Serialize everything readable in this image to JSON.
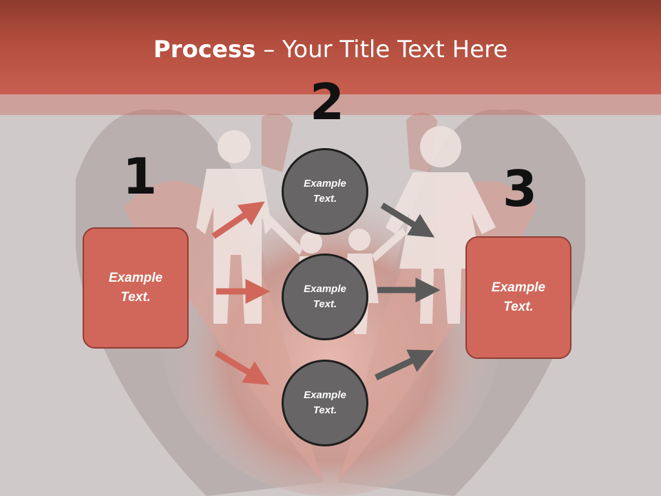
{
  "slide": {
    "title_bold": "Process",
    "title_rest": " – Your Title Text Here",
    "step_numbers": [
      "1",
      "2",
      "3"
    ],
    "left_box": {
      "line1": "Example",
      "line2": "Text."
    },
    "right_box": {
      "line1": "Example",
      "line2": "Text."
    },
    "circles": [
      {
        "line1": "Example",
        "line2": "Text."
      },
      {
        "line1": "Example",
        "line2": "Text."
      },
      {
        "line1": "Example",
        "line2": "Text."
      }
    ]
  },
  "colors": {
    "accent": "#d0675a",
    "circle_fill": "#676565",
    "arrow_red": "#d0675a",
    "arrow_gray": "#5a5a5a"
  }
}
